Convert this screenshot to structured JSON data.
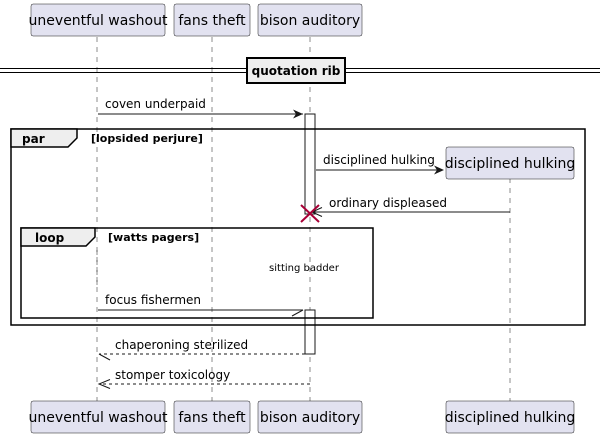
{
  "participants": {
    "washout": "uneventful washout",
    "fans": "fans theft",
    "bison": "bison auditory",
    "hulking": "disciplined hulking"
  },
  "separator": "quotation rib",
  "frames": {
    "par_keyword": "par",
    "par_guard": "[lopsided perjure]",
    "loop_keyword": "loop",
    "loop_guard": "[watts pagers]"
  },
  "messages": {
    "m1": "coven underpaid",
    "m2": "disciplined hulking",
    "m3": "ordinary displeased",
    "delay": "sitting badder",
    "m4": "focus fishermen",
    "m5": "chaperoning sterilized",
    "m6": "stomper toxicology"
  }
}
